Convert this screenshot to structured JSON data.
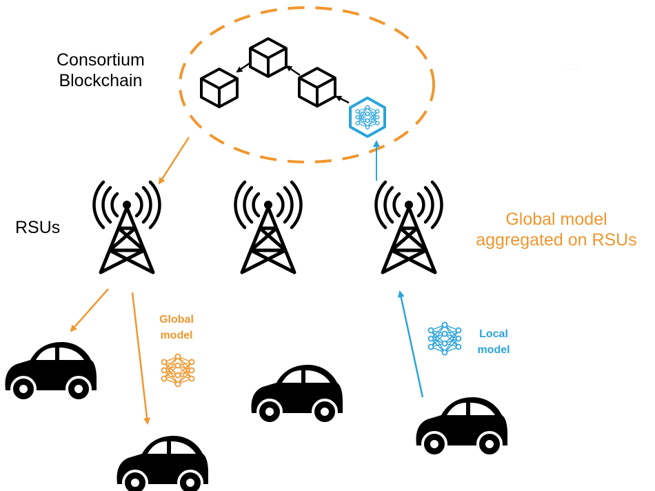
{
  "labels": {
    "blockchain_line1": "Consortium",
    "blockchain_line2": "Blockchain",
    "rsus": "RSUs",
    "global_aggregated_line1": "Global model",
    "global_aggregated_line2": "aggregated on RSUs",
    "global_model_line1": "Global",
    "global_model_line2": "model",
    "local_model_line1": "Local",
    "local_model_line2": "model"
  },
  "colors": {
    "orange": "#F0962E",
    "blue": "#2BA3DB",
    "black": "#000000"
  },
  "icons": {
    "block": "cube-icon",
    "tower": "radio-tower-icon",
    "car": "car-icon",
    "model": "neural-network-icon"
  }
}
